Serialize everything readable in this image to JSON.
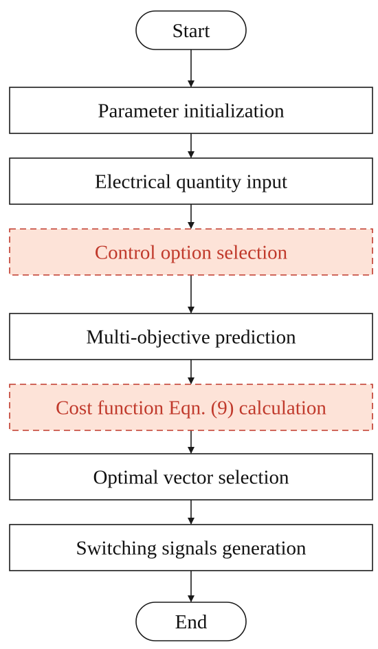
{
  "colors": {
    "stroke": "#1a1a1a",
    "text": "#111111",
    "highlight_stroke": "#c0392b",
    "highlight_fill": "#fde3d8",
    "highlight_text": "#c0392b"
  },
  "nodes": [
    {
      "id": "start",
      "shape": "terminal",
      "label": "Start",
      "highlight": false
    },
    {
      "id": "parameter-initialization",
      "shape": "process",
      "label": "Parameter initialization",
      "highlight": false
    },
    {
      "id": "electrical-quantity-input",
      "shape": "process",
      "label": "Electrical quantity input",
      "highlight": false
    },
    {
      "id": "control-option-selection",
      "shape": "process",
      "label": "Control option selection",
      "highlight": true
    },
    {
      "id": "multi-objective-prediction",
      "shape": "process",
      "label": "Multi-objective prediction",
      "highlight": false
    },
    {
      "id": "cost-function-calculation",
      "shape": "process",
      "label": "Cost function Eqn. (9) calculation",
      "highlight": true
    },
    {
      "id": "optimal-vector-selection",
      "shape": "process",
      "label": "Optimal vector selection",
      "highlight": false
    },
    {
      "id": "switching-signals-generation",
      "shape": "process",
      "label": "Switching signals generation",
      "highlight": false
    },
    {
      "id": "end",
      "shape": "terminal",
      "label": "End",
      "highlight": false
    }
  ],
  "edges": [
    {
      "from": "start",
      "to": "parameter-initialization"
    },
    {
      "from": "parameter-initialization",
      "to": "electrical-quantity-input"
    },
    {
      "from": "electrical-quantity-input",
      "to": "control-option-selection"
    },
    {
      "from": "control-option-selection",
      "to": "multi-objective-prediction"
    },
    {
      "from": "multi-objective-prediction",
      "to": "cost-function-calculation"
    },
    {
      "from": "cost-function-calculation",
      "to": "optimal-vector-selection"
    },
    {
      "from": "optimal-vector-selection",
      "to": "switching-signals-generation"
    },
    {
      "from": "switching-signals-generation",
      "to": "end"
    }
  ]
}
